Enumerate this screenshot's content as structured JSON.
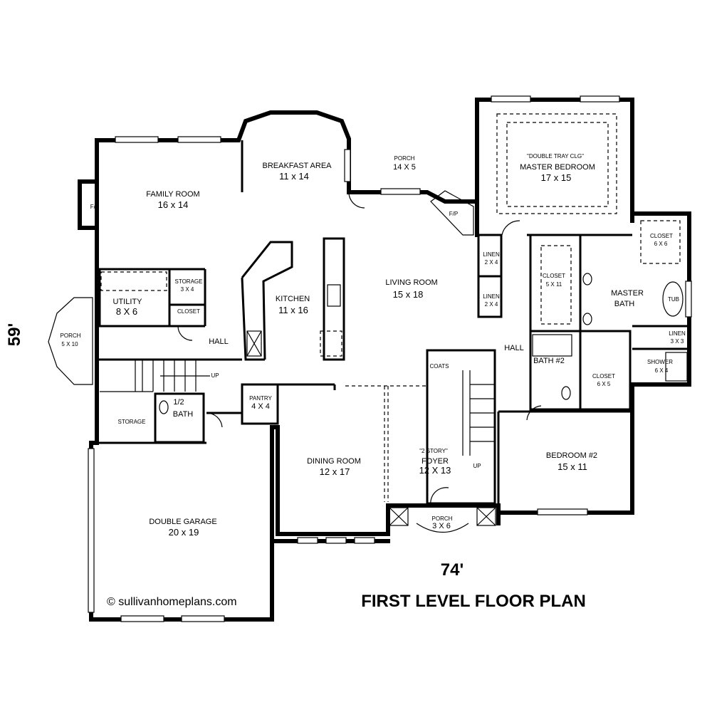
{
  "plan": {
    "title": "FIRST LEVEL FLOOR PLAN",
    "width": "74'",
    "depth": "59'",
    "credit": "© sullivanhomeplans.com"
  },
  "rooms": {
    "family_room": {
      "name": "FAMILY ROOM",
      "size": "16 x 14"
    },
    "breakfast_area": {
      "name": "BREAKFAST AREA",
      "size": "11 x 14"
    },
    "porch_rear": {
      "name": "PORCH",
      "size": "14 X 5"
    },
    "master_bedroom": {
      "note": "\"DOUBLE TRAY CLG\"",
      "name": "MASTER BEDROOM",
      "size": "17 x 15"
    },
    "fp_family": {
      "name": "F/P"
    },
    "fp_living": {
      "name": "F/P"
    },
    "living_room": {
      "name": "LIVING ROOM",
      "size": "15 x 18"
    },
    "kitchen": {
      "name": "KITCHEN",
      "size": "11 x 16"
    },
    "utility": {
      "name": "UTILITY",
      "size": "8 X 6"
    },
    "storage_small": {
      "name": "STORAGE",
      "size": "3 X 4"
    },
    "closet_utility": {
      "name": "CLOSET"
    },
    "porch_side": {
      "name": "PORCH",
      "size": "5 X 10"
    },
    "hall_left": {
      "name": "HALL"
    },
    "hall_right": {
      "name": "HALL"
    },
    "linen_1": {
      "name": "LINEN",
      "size": "2 X 4"
    },
    "linen_2": {
      "name": "LINEN",
      "size": "2 X 4"
    },
    "closet_master_1": {
      "name": "CLOSET",
      "size": "6 X 6"
    },
    "closet_master_2": {
      "name": "CLOSET",
      "size": "5 X 11"
    },
    "master_bath": {
      "name": "MASTER",
      "name2": "BATH"
    },
    "tub": {
      "name": "TUB"
    },
    "linen_3": {
      "name": "LINEN",
      "size": "3 X 3"
    },
    "shower": {
      "name": "SHOWER",
      "size": "6 X 4"
    },
    "bath_2": {
      "name": "BATH #2"
    },
    "closet_bed2": {
      "name": "CLOSET",
      "size": "6 X 5"
    },
    "coats": {
      "name": "COATS"
    },
    "up_stair_left": {
      "name": "UP"
    },
    "up_stair_foyer": {
      "name": "UP"
    },
    "half_bath": {
      "name": "1/2",
      "name2": "BATH"
    },
    "storage_garage": {
      "name": "STORAGE"
    },
    "pantry": {
      "name": "PANTRY",
      "size": "4 X 4"
    },
    "dining_room": {
      "name": "DINING ROOM",
      "size": "12 x 17"
    },
    "foyer": {
      "note": "\"2 STORY\"",
      "name": "FOYER",
      "size": "12 X 13"
    },
    "bedroom_2": {
      "name": "BEDROOM #2",
      "size": "15 x 11"
    },
    "porch_front": {
      "name": "PORCH",
      "size": "3 X 6"
    },
    "double_garage": {
      "name": "DOUBLE GARAGE",
      "size": "20 x 19"
    }
  }
}
